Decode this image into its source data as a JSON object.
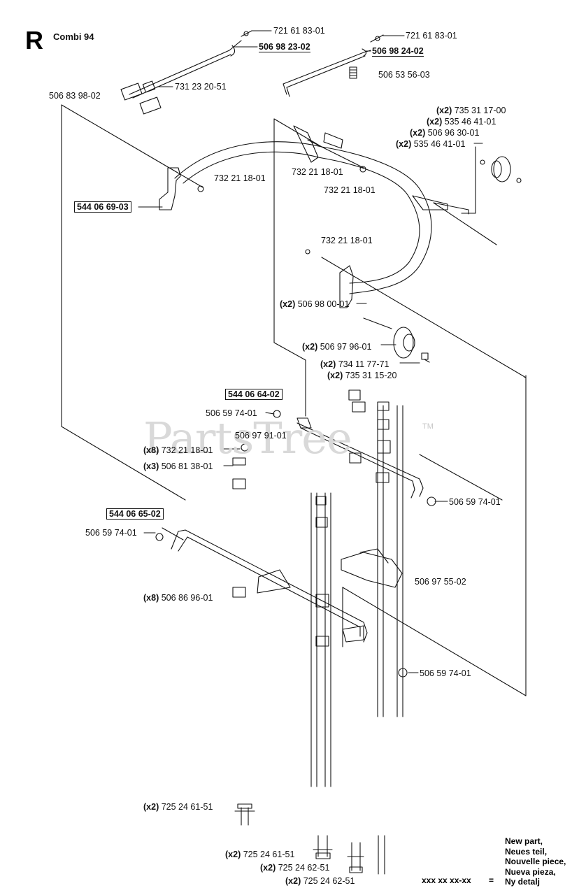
{
  "header": {
    "section_letter": "R",
    "model": "Combi 94"
  },
  "watermark": {
    "text": "PartsTree",
    "tm": "TM"
  },
  "labels": {
    "p_721618301_a": "721 61 83-01",
    "p_506982302": "506 98 23-02",
    "p_721618301_b": "721 61 83-01",
    "p_506982402": "506 98 24-02",
    "p_506535603": "506 53 56-03",
    "p_731232051": "731 23 20-51",
    "p_506839802": "506 83 98-02",
    "q_735311700": "(x2)",
    "p_735311700": "735 31 17-00",
    "q_535464101_a": "(x2)",
    "p_535464101_a": "535 46 41-01",
    "q_506963001": "(x2)",
    "p_506963001": "506 96 30-01",
    "q_535464101_b": "(x2)",
    "p_535464101_b": "535 46 41-01",
    "p_732211801_a": "732 21 18-01",
    "p_732211801_b": "732 21 18-01",
    "p_544066903": "544 06 69-03",
    "p_732211801_c": "732 21 18-01",
    "p_732211801_d": "732 21 18-01",
    "q_506980001": "(x2)",
    "p_506980001": "506 98 00-01",
    "q_506979601": "(x2)",
    "p_506979601": "506 97 96-01",
    "q_734117771": "(x2)",
    "p_734117771": "734 11 77-71",
    "q_735311520": "(x2)",
    "p_735311520": "735 31 15-20",
    "p_544066402": "544 06 64-02",
    "p_506597401_a": "506 59 74-01",
    "p_506979101": "506 97 91-01",
    "q_732211801_e": "(x8)",
    "p_732211801_e": "732 21 18-01",
    "q_506813801": "(x3)",
    "p_506813801": "506 81 38-01",
    "p_506597401_b": "506 59 74-01",
    "p_544066502": "544 06 65-02",
    "p_506597401_c": "506 59 74-01",
    "p_506975502": "506 97 55-02",
    "q_506869601": "(x8)",
    "p_506869601": "506 86 96-01",
    "p_506597401_d": "506 59 74-01",
    "q_725246151_a": "(x2)",
    "p_725246151_a": "725 24 61-51",
    "q_725246151_b": "(x2)",
    "p_725246151_b": "725 24 61-51",
    "q_725246251_a": "(x2)",
    "p_725246251_a": "725 24 62-51",
    "q_725246251_b": "(x2)",
    "p_725246251_b": "725 24 62-51"
  },
  "legend": {
    "lines": [
      "New part,",
      "Neues teil,",
      "Nouvelle piece,",
      "Nueva pieza,",
      "Ny detalj"
    ],
    "code": "xxx xx xx-xx",
    "equals": "="
  }
}
